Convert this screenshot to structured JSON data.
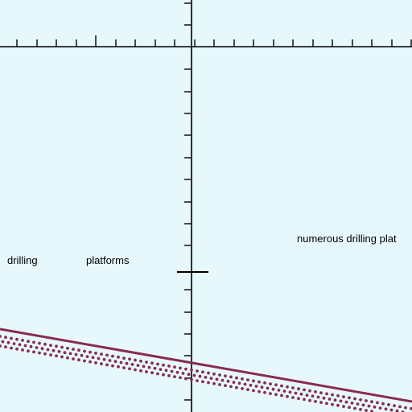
{
  "map": {
    "background_color": "#e6f8fc",
    "grid_color": "#000000",
    "boundary_color": "#8a2a52",
    "labels": {
      "left_word1": "drilling",
      "left_word2": "platforms",
      "right": "numerous drilling plat"
    }
  }
}
